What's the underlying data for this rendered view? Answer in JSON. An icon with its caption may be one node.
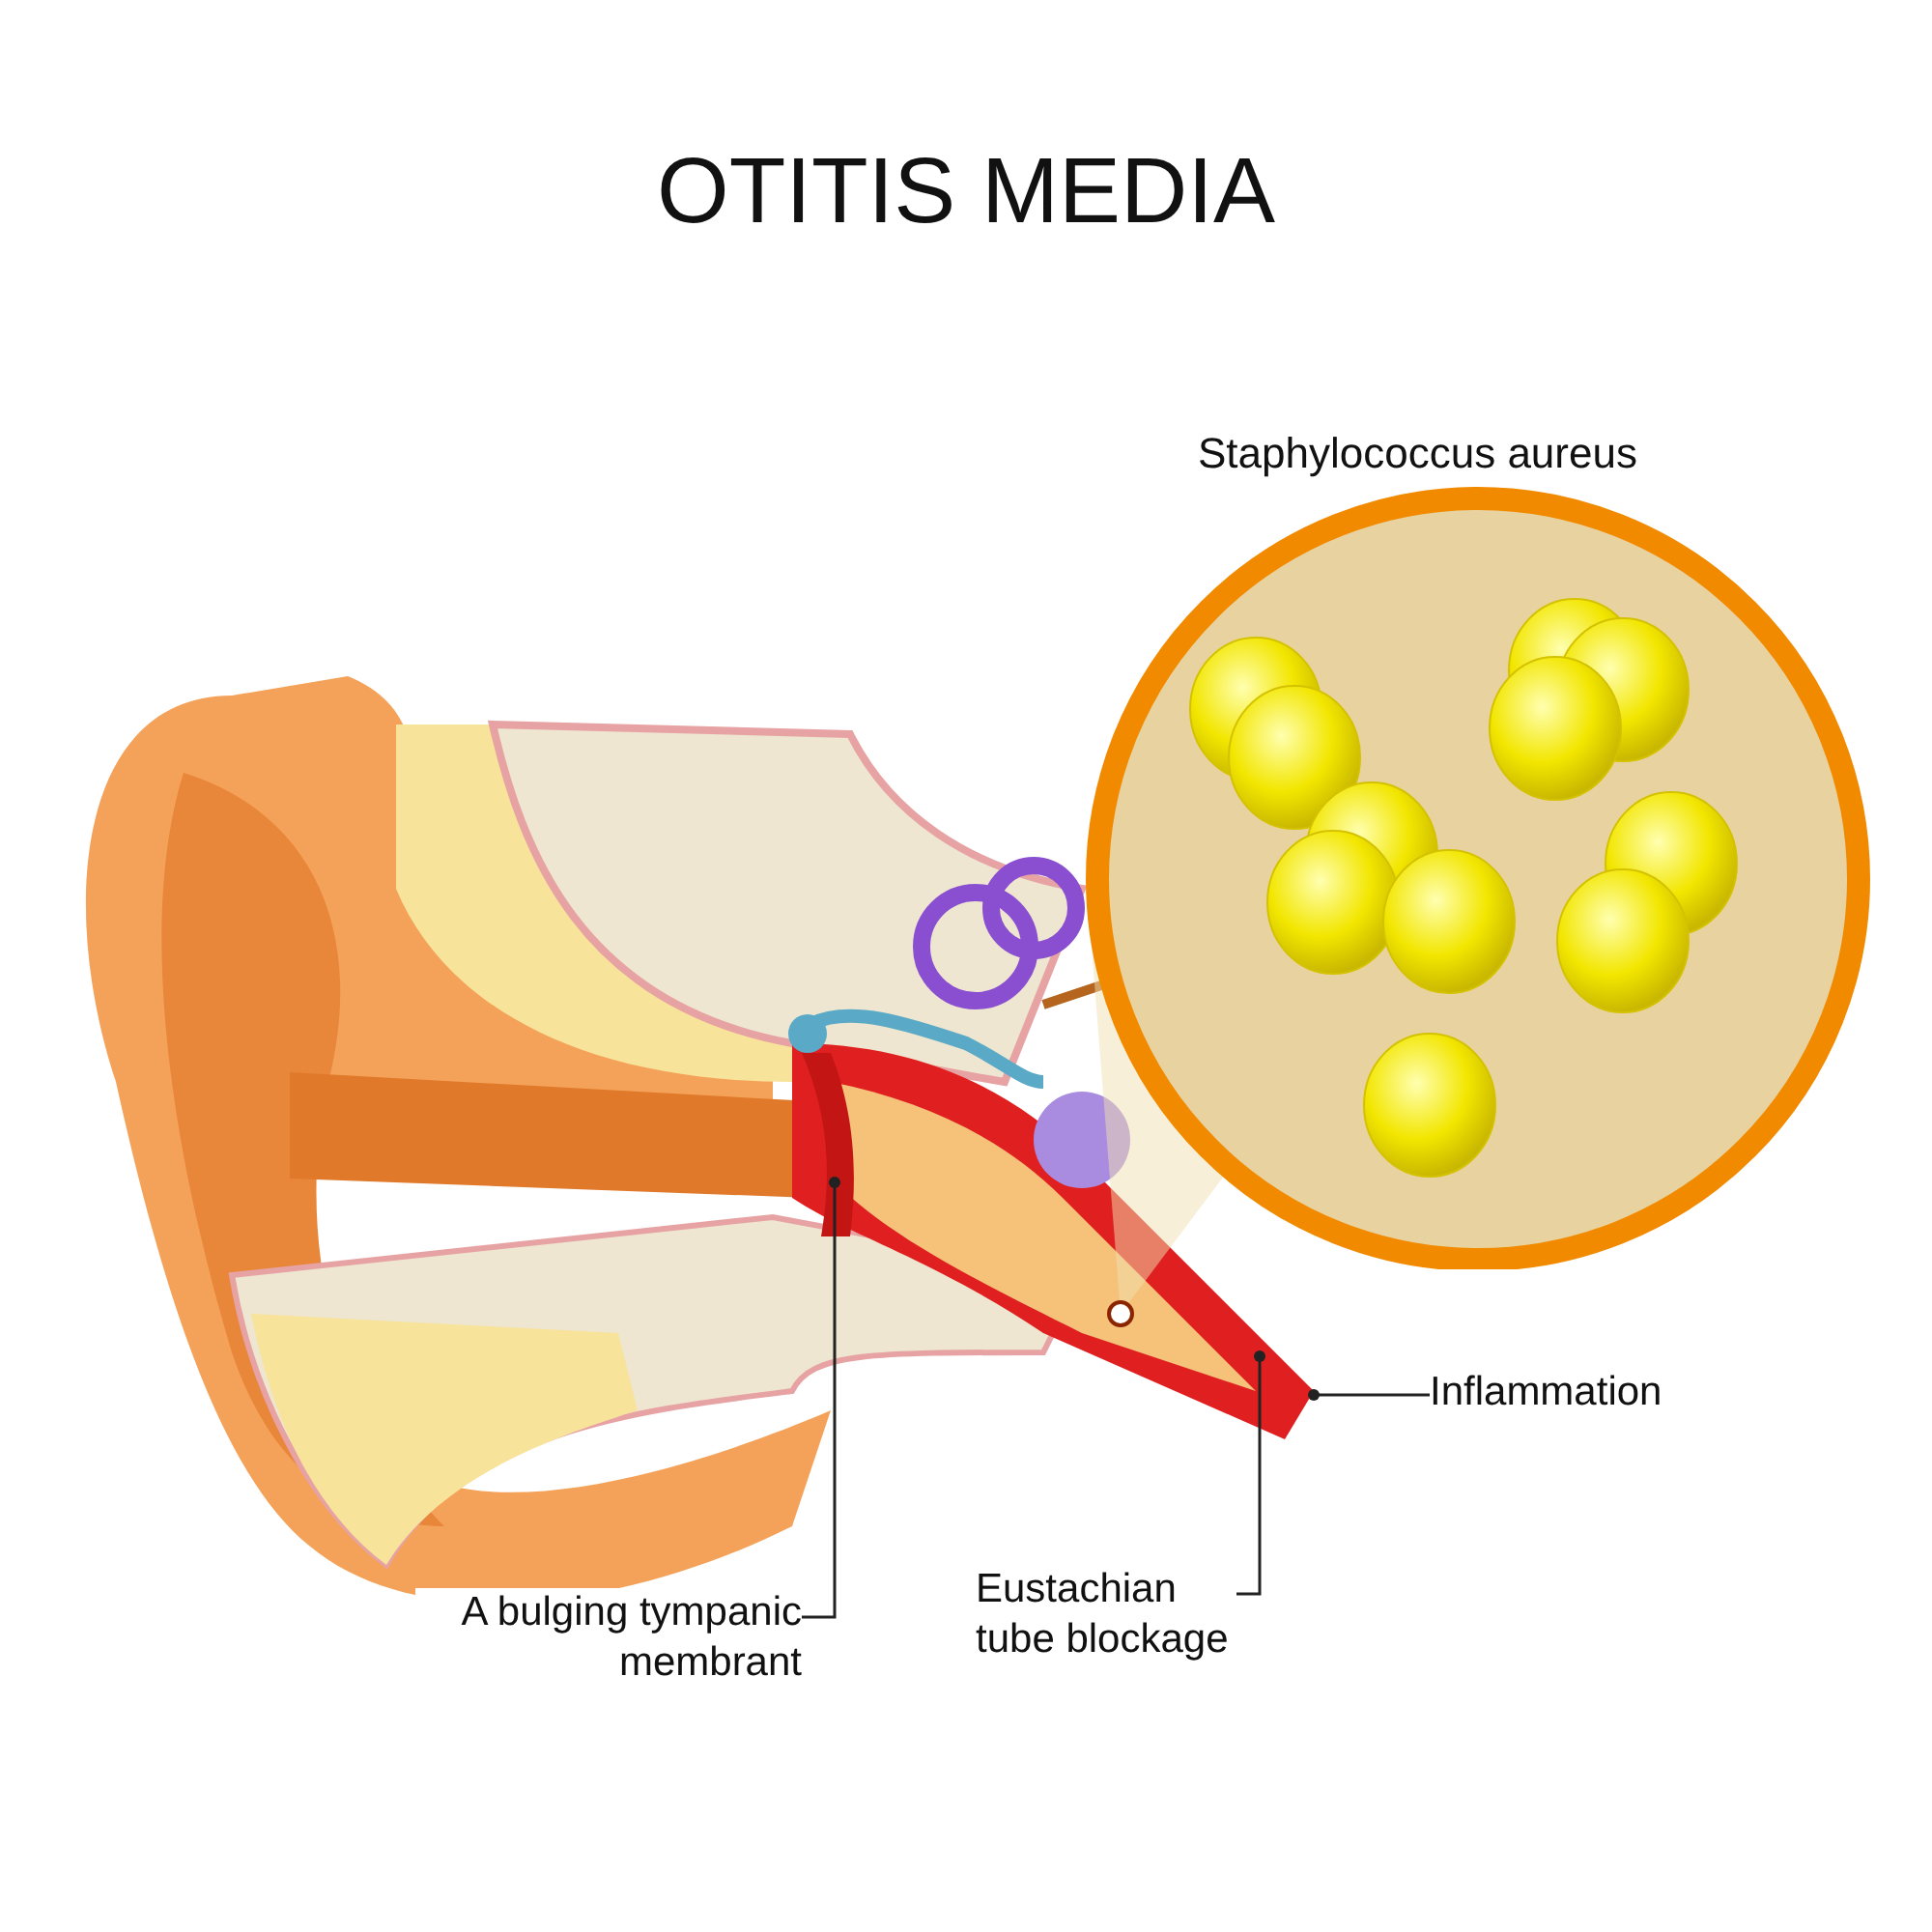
{
  "diagram": {
    "title": "OTITIS MEDIA",
    "nodes": [
      {
        "text": [
          "A bulging tympanic membrant"
        ]
      },
      {
        "text": [
          "Eustachian tube blockage"
        ]
      },
      {
        "text": [
          "Inflammation"
        ]
      },
      {
        "text": [
          "Staphylococcus aureus"
        ]
      }
    ],
    "edges": [
      {
        "from": 0,
        "to": null,
        "arrow": "other"
      },
      {
        "from": 1,
        "to": null,
        "arrow": "other"
      },
      {
        "from": 2,
        "to": null,
        "arrow": "other"
      }
    ]
  }
}
